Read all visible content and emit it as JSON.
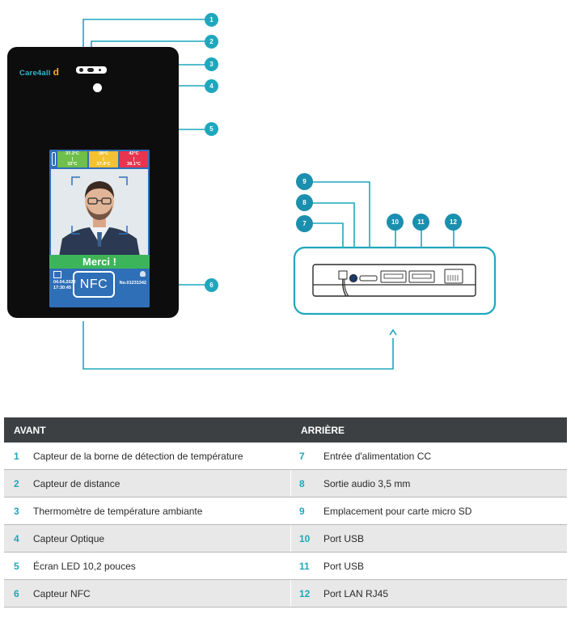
{
  "brand": {
    "name": "Care4all",
    "mark": "d"
  },
  "screen": {
    "temperatures": [
      {
        "top": "37.3°C",
        "sep": "|",
        "bottom": "32°C",
        "color": "#6fbf4a"
      },
      {
        "top": "38°C",
        "sep": "|",
        "bottom": "37.4°C",
        "color": "#f2c230"
      },
      {
        "top": "42°C",
        "sep": "|",
        "bottom": "38.1°C",
        "color": "#e8344e"
      }
    ],
    "message": "Merci !",
    "date": "04.04.2020",
    "time": "17:30:45",
    "number": "No.01231342"
  },
  "nfc_label": "NFC",
  "callouts": [
    "1",
    "2",
    "3",
    "4",
    "5",
    "6",
    "7",
    "8",
    "9",
    "10",
    "11",
    "12"
  ],
  "table": {
    "headers": {
      "front": "AVANT",
      "back": "ARRIÈRE"
    },
    "rows": [
      {
        "n1": "1",
        "front": "Capteur de la borne de détection de température",
        "n2": "7",
        "back": "Entrée d'alimentation CC"
      },
      {
        "n1": "2",
        "front": "Capteur de distance",
        "n2": "8",
        "back": "Sortie audio 3,5 mm"
      },
      {
        "n1": "3",
        "front": "Thermomètre de température ambiante",
        "n2": "9",
        "back": "Emplacement pour carte micro SD"
      },
      {
        "n1": "4",
        "front": "Capteur Optique",
        "n2": "10",
        "back": "Port USB"
      },
      {
        "n1": "5",
        "front": "Écran LED 10,2 pouces",
        "n2": "11",
        "back": "Port USB"
      },
      {
        "n1": "6",
        "front": "Capteur NFC",
        "n2": "12",
        "back": "Port LAN RJ45"
      }
    ]
  },
  "colors": {
    "accent": "#1fa7bd",
    "header": "#3d4043",
    "green": "#3cb55a",
    "screen_blue": "#2f6fb7"
  }
}
